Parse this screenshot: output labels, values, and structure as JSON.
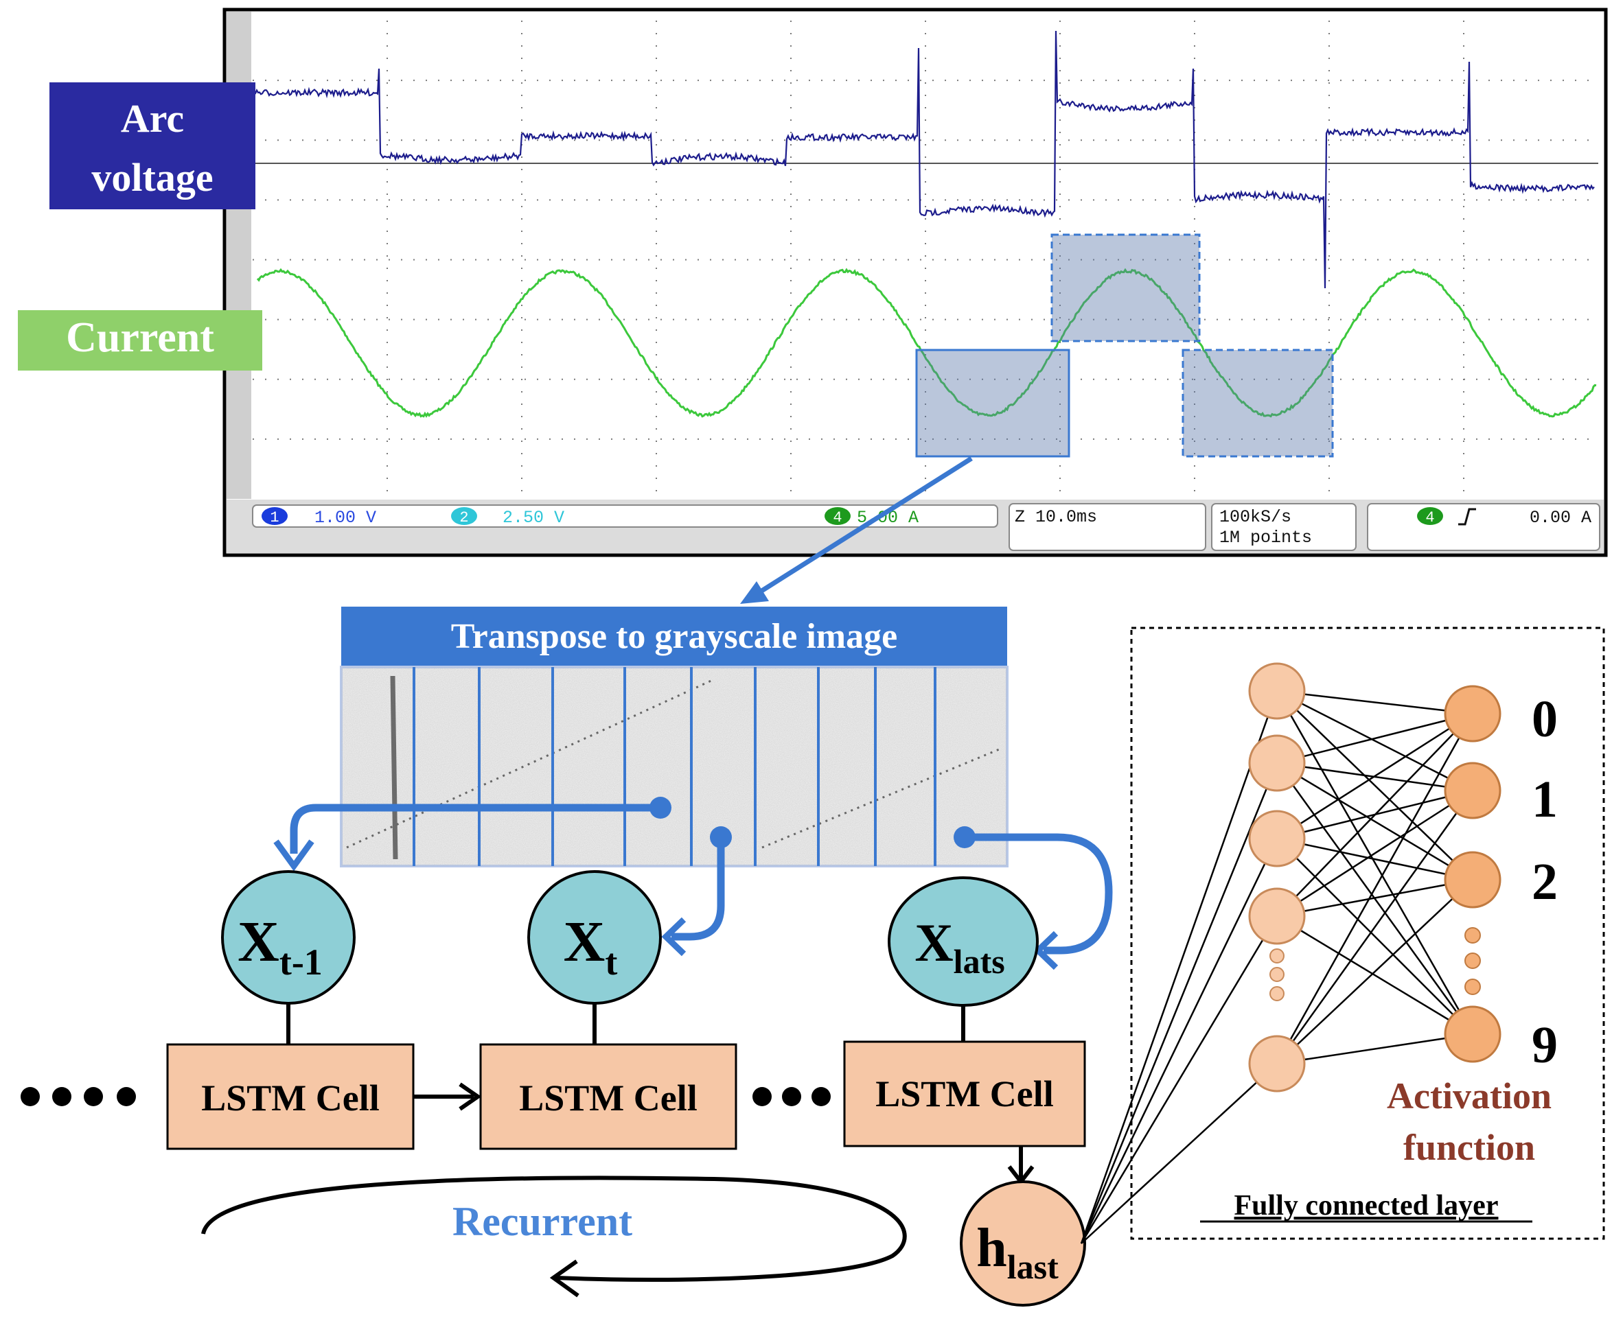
{
  "scope": {
    "labels": {
      "arc_voltage_line1": "Arc",
      "arc_voltage_line2": "voltage",
      "current": "Current"
    },
    "status_bar": {
      "ch1_num": "1",
      "ch1_value": "1.00 V",
      "ch2_num": "2",
      "ch2_value": "2.50 V",
      "ch4_num": "4",
      "ch4_value": "5.00 A",
      "timebase": "Z 10.0ms",
      "sample_rate": "100kS/s",
      "record_length": "1M points",
      "trig_num": "4",
      "trig_level": "0.00 A"
    }
  },
  "grayscale": {
    "title": "Transpose to grayscale image"
  },
  "lstm": {
    "x_prev_main": "X",
    "x_prev_sub": "t-1",
    "x_t_main": "X",
    "x_t_sub": "t",
    "x_last_main": "X",
    "x_last_sub": "lats",
    "cell1": "LSTM Cell",
    "cell2": "LSTM Cell",
    "cell3": "LSTM Cell",
    "recurrent": "Recurrent",
    "h_main": "h",
    "h_sub": "last"
  },
  "fc": {
    "title": "Fully connected layer",
    "outputs": [
      "0",
      "1",
      "2",
      "9"
    ],
    "activation_line1": "Activation",
    "activation_line2": "function"
  },
  "colors": {
    "voltage_trace": "#1c1c8c",
    "current_trace": "#3cc83c",
    "arc_label_bg": "#2a2aa0",
    "current_label_bg": "#8fd06a",
    "accent_blue": "#3a78d0",
    "node_cyan": "#8ecfd6",
    "cell_fill": "#f6c7a6",
    "recurrent_text": "#4a86d8",
    "activation_text": "#8b3a2a"
  }
}
